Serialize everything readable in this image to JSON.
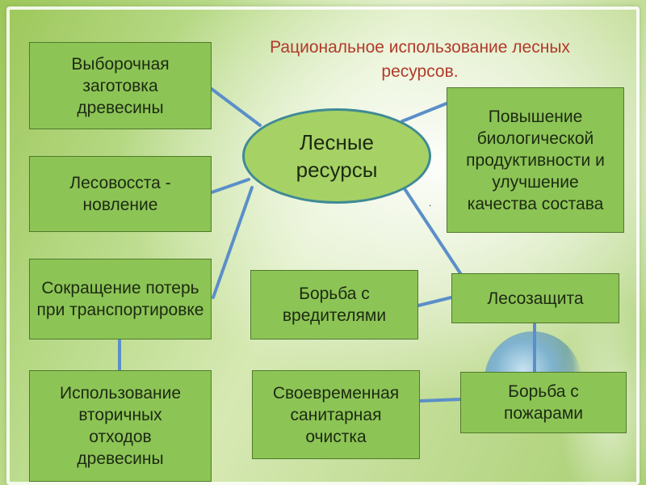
{
  "title": "Рациональное использование лесных ресурсов.",
  "center": {
    "label": "Лесные ресурсы"
  },
  "boxes": {
    "selective_harvest": "Выборочная заготовка древесины",
    "reforestation": "Лесовосста - новление",
    "transport_loss": "Сокращение потерь при транспортировке",
    "secondary_waste": "Использование вторичных отходов древесины",
    "productivity": "Повышение биологической продуктивности и улучшение качества состава",
    "pest_control": "Борьба с вредителями",
    "forest_protection": "Лесозащита",
    "sanitary_cleaning": "Своевременная санитарная очистка",
    "fire_control": "Борьба с пожарами"
  },
  "colors": {
    "box_fill": "#8dc456",
    "ellipse_fill": "#a6d265",
    "connector": "#5b8fc9",
    "title": "#b23a2a"
  },
  "dot_text": "."
}
